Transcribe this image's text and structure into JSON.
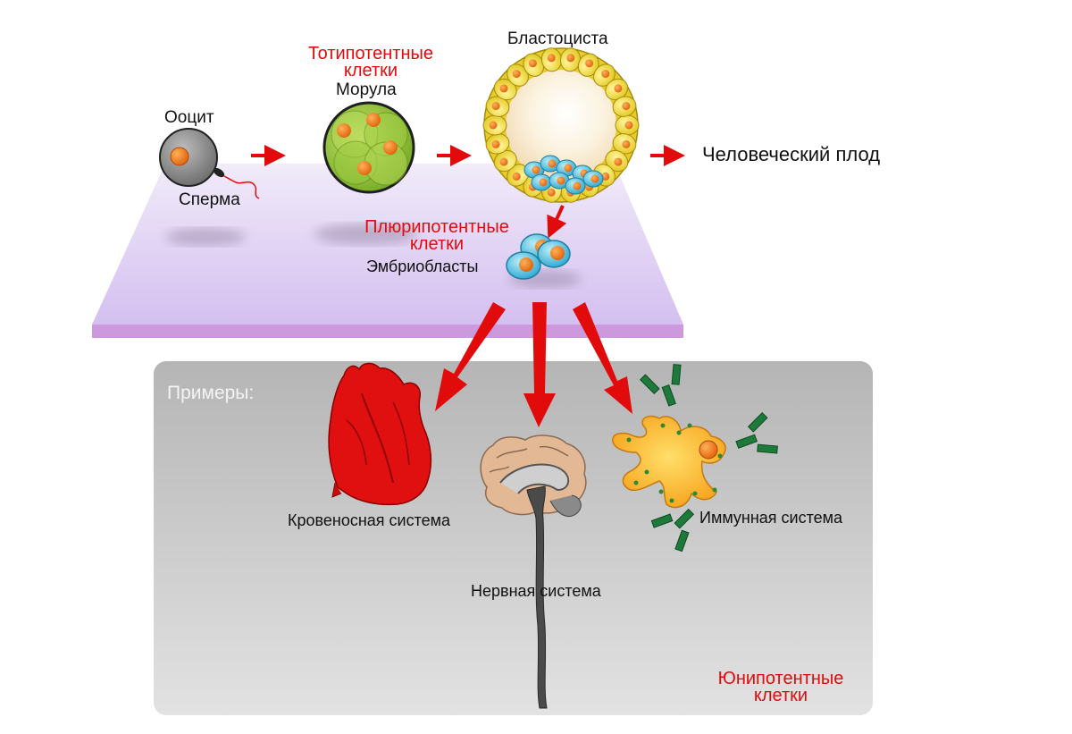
{
  "stages": {
    "oocyte": "Ооцит",
    "sperm": "Сперма",
    "totipotent_line1": "Тотипотентные",
    "totipotent_line2": "клетки",
    "morula": "Морула",
    "blastocyst": "Бластоциста",
    "fetus": "Человеческий плод",
    "pluripotent_line1": "Плюрипотентные",
    "pluripotent_line2": "клетки",
    "embryoblasts": "Эмбриобласты"
  },
  "examples": {
    "heading": "Примеры:",
    "circulatory": "Кровеносная система",
    "nervous": "Нервная система",
    "immune": "Иммунная система",
    "unipotent_line1": "Юнипотентные",
    "unipotent_line2": "клетки"
  },
  "colors": {
    "accent_red": "#e10b0b",
    "plane": "#d9c6ef",
    "panel": "#bdbdbd",
    "morula": "#8fc43a",
    "blastocyst": "#f2e23a",
    "embryoblast": "#46b8d8",
    "nucleus": "#f07c1c",
    "heart": "#e20d0d",
    "immune_cell": "#f8b92e",
    "antibody": "#1d7a3a"
  },
  "icons": [
    "oocyte-icon",
    "sperm-icon",
    "morula-icon",
    "blastocyst-icon",
    "embryoblast-icon",
    "heart-icon",
    "brain-icon",
    "spinal-cord-icon",
    "immune-cell-icon",
    "antibody-icon"
  ]
}
